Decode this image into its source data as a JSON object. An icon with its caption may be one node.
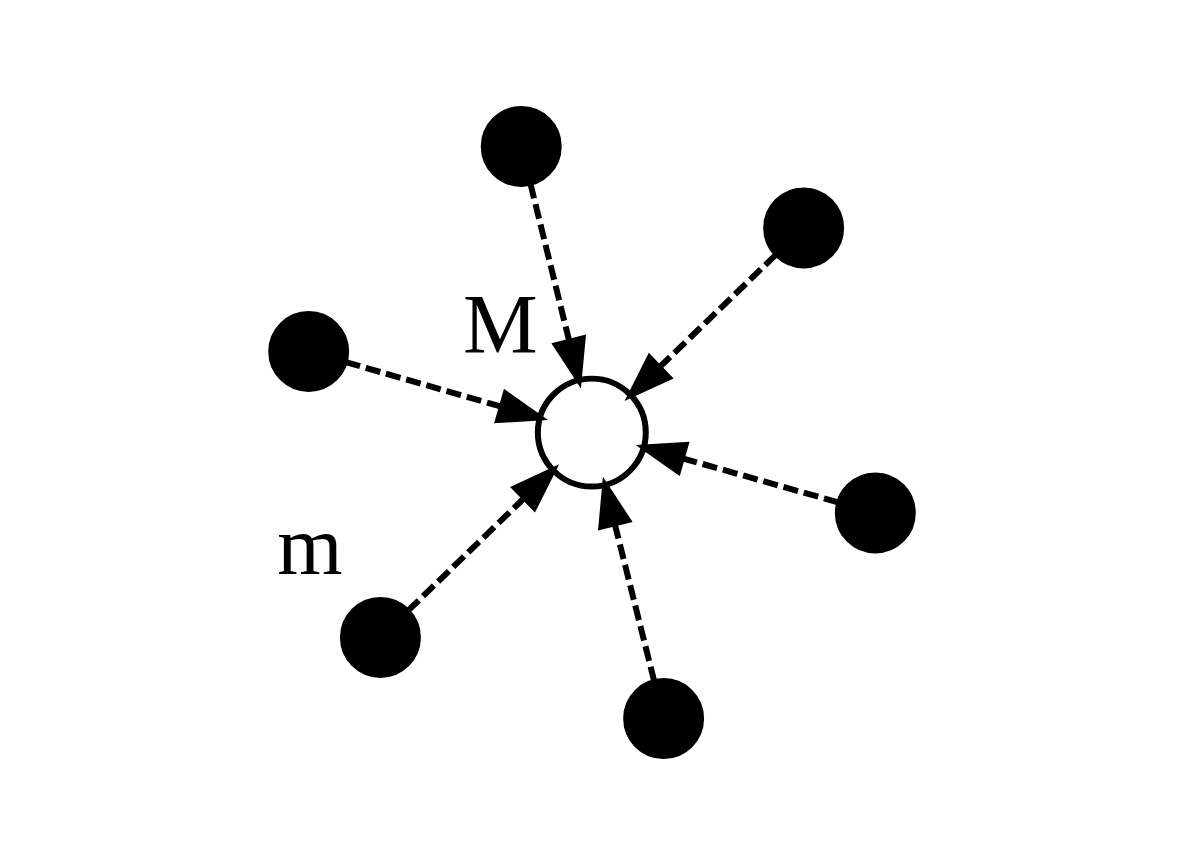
{
  "diagram": {
    "nodes": [
      {
        "text": [],
        "shape": "circle"
      },
      {
        "text": [],
        "shape": "circle",
        "beside": [
          "m"
        ]
      },
      {
        "text": [],
        "shape": "circle"
      },
      {
        "text": [],
        "shape": "circle",
        "beside": [
          "M"
        ]
      },
      {
        "text": [],
        "shape": "circle"
      },
      {
        "text": [],
        "shape": "circle"
      },
      {
        "text": [],
        "shape": "circle"
      }
    ],
    "edges": [
      {
        "from": 0,
        "to": 3,
        "arrow": "to",
        "style": "dashed"
      },
      {
        "from": 1,
        "to": 3,
        "arrow": "to",
        "style": "dashed"
      },
      {
        "from": 2,
        "to": 3,
        "arrow": "to",
        "style": "dashed"
      },
      {
        "from": 4,
        "to": 3,
        "arrow": "to",
        "style": "dashed"
      },
      {
        "from": 5,
        "to": 3,
        "arrow": "to",
        "style": "dashed"
      },
      {
        "from": 6,
        "to": 3,
        "arrow": "to",
        "style": "dashed"
      }
    ]
  }
}
